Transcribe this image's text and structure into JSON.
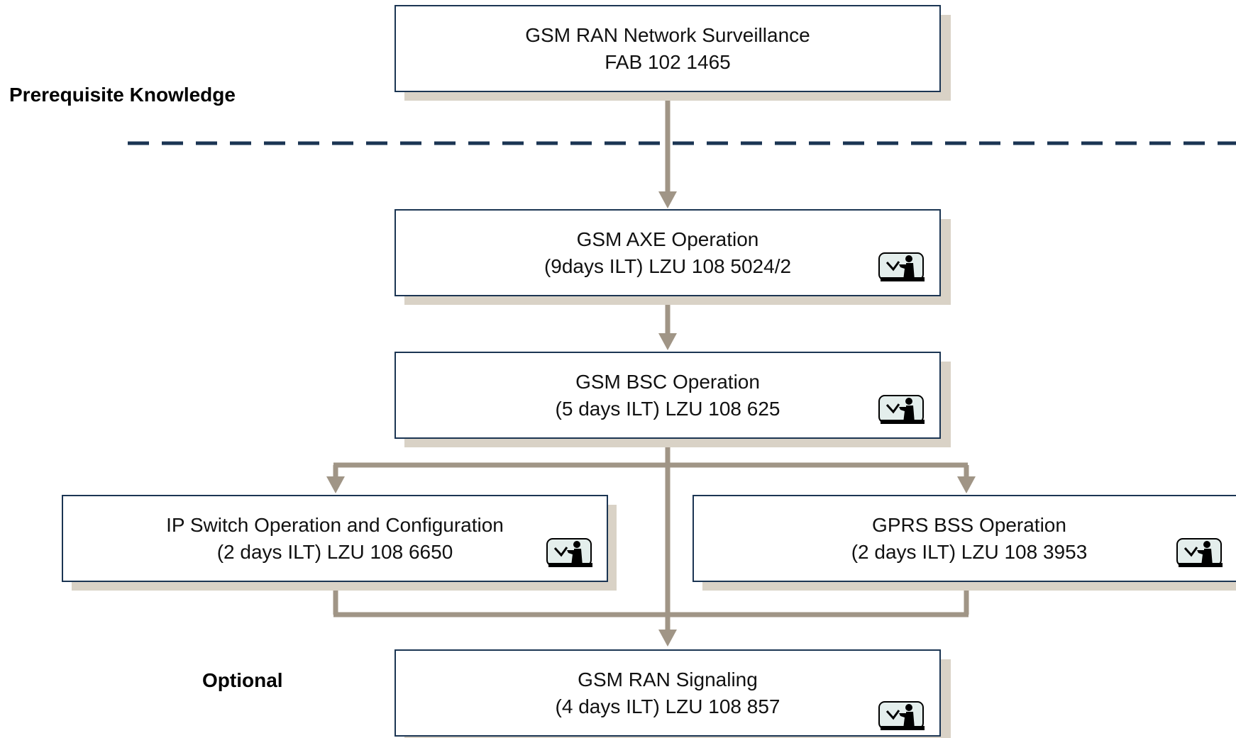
{
  "labels": {
    "prerequisite": "Prerequisite Knowledge",
    "optional": "Optional"
  },
  "boxes": {
    "surveillance": {
      "title": "GSM RAN Network Surveillance",
      "subtitle": "FAB 102 1465"
    },
    "axe": {
      "title": "GSM AXE Operation",
      "subtitle": "(9days ILT) LZU 108 5024/2"
    },
    "bsc": {
      "title": "GSM BSC Operation",
      "subtitle": "(5 days ILT) LZU 108 625"
    },
    "ipswitch": {
      "title": "IP Switch Operation and Configuration",
      "subtitle": "(2 days ILT) LZU 108 6650"
    },
    "gprs": {
      "title": "GPRS BSS Operation",
      "subtitle": "(2 days ILT) LZU 108 3953"
    },
    "signaling": {
      "title": "GSM RAN Signaling",
      "subtitle": "(4 days ILT) LZU 108 857"
    }
  },
  "icons": {
    "course": "instructor-led-training-icon"
  },
  "colors": {
    "border": "#1b3553",
    "connector": "#a09586",
    "shadow": "#d9d2c6",
    "dash": "#1b3553",
    "badge_fill": "#e4eeec"
  }
}
